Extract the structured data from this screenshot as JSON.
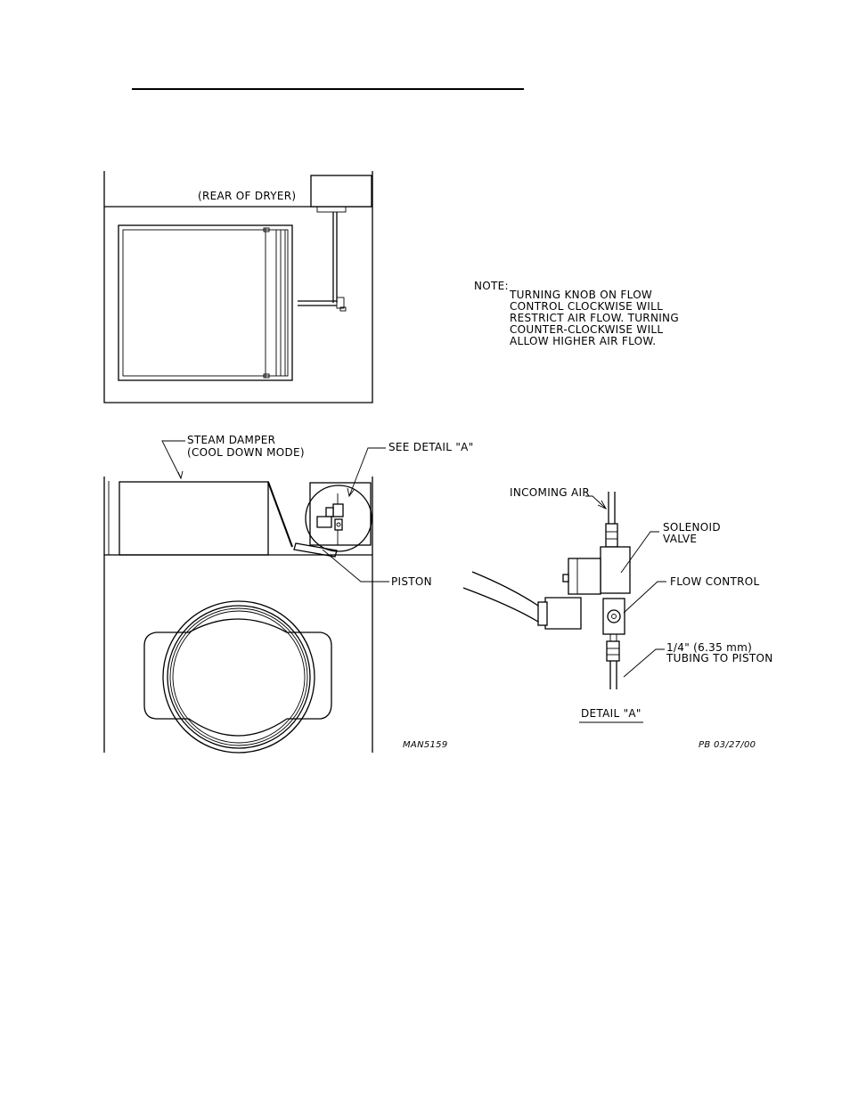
{
  "top_view": {
    "label_rear": "(REAR OF DRYER)"
  },
  "note": {
    "heading": "NOTE:",
    "lines": [
      "TURNING KNOB ON FLOW",
      "CONTROL CLOCKWISE WILL",
      "RESTRICT AIR FLOW. TURNING",
      "COUNTER-CLOCKWISE WILL",
      "ALLOW HIGHER AIR FLOW."
    ]
  },
  "front_view": {
    "steam_damper_line1": "STEAM DAMPER",
    "steam_damper_line2": "(COOL DOWN MODE)",
    "see_detail": "SEE DETAIL \"A\"",
    "piston": "PISTON"
  },
  "detail_a": {
    "incoming_air": "INCOMING AIR",
    "solenoid_line1": "SOLENOID",
    "solenoid_line2": "VALVE",
    "flow_control": "FLOW CONTROL",
    "tubing_line1": "1/4\" (6.35 mm)",
    "tubing_line2": "TUBING TO PISTON",
    "title": "DETAIL \"A\""
  },
  "footer": {
    "drawing_number": "MAN5159",
    "revision": "PB 03/27/00"
  }
}
